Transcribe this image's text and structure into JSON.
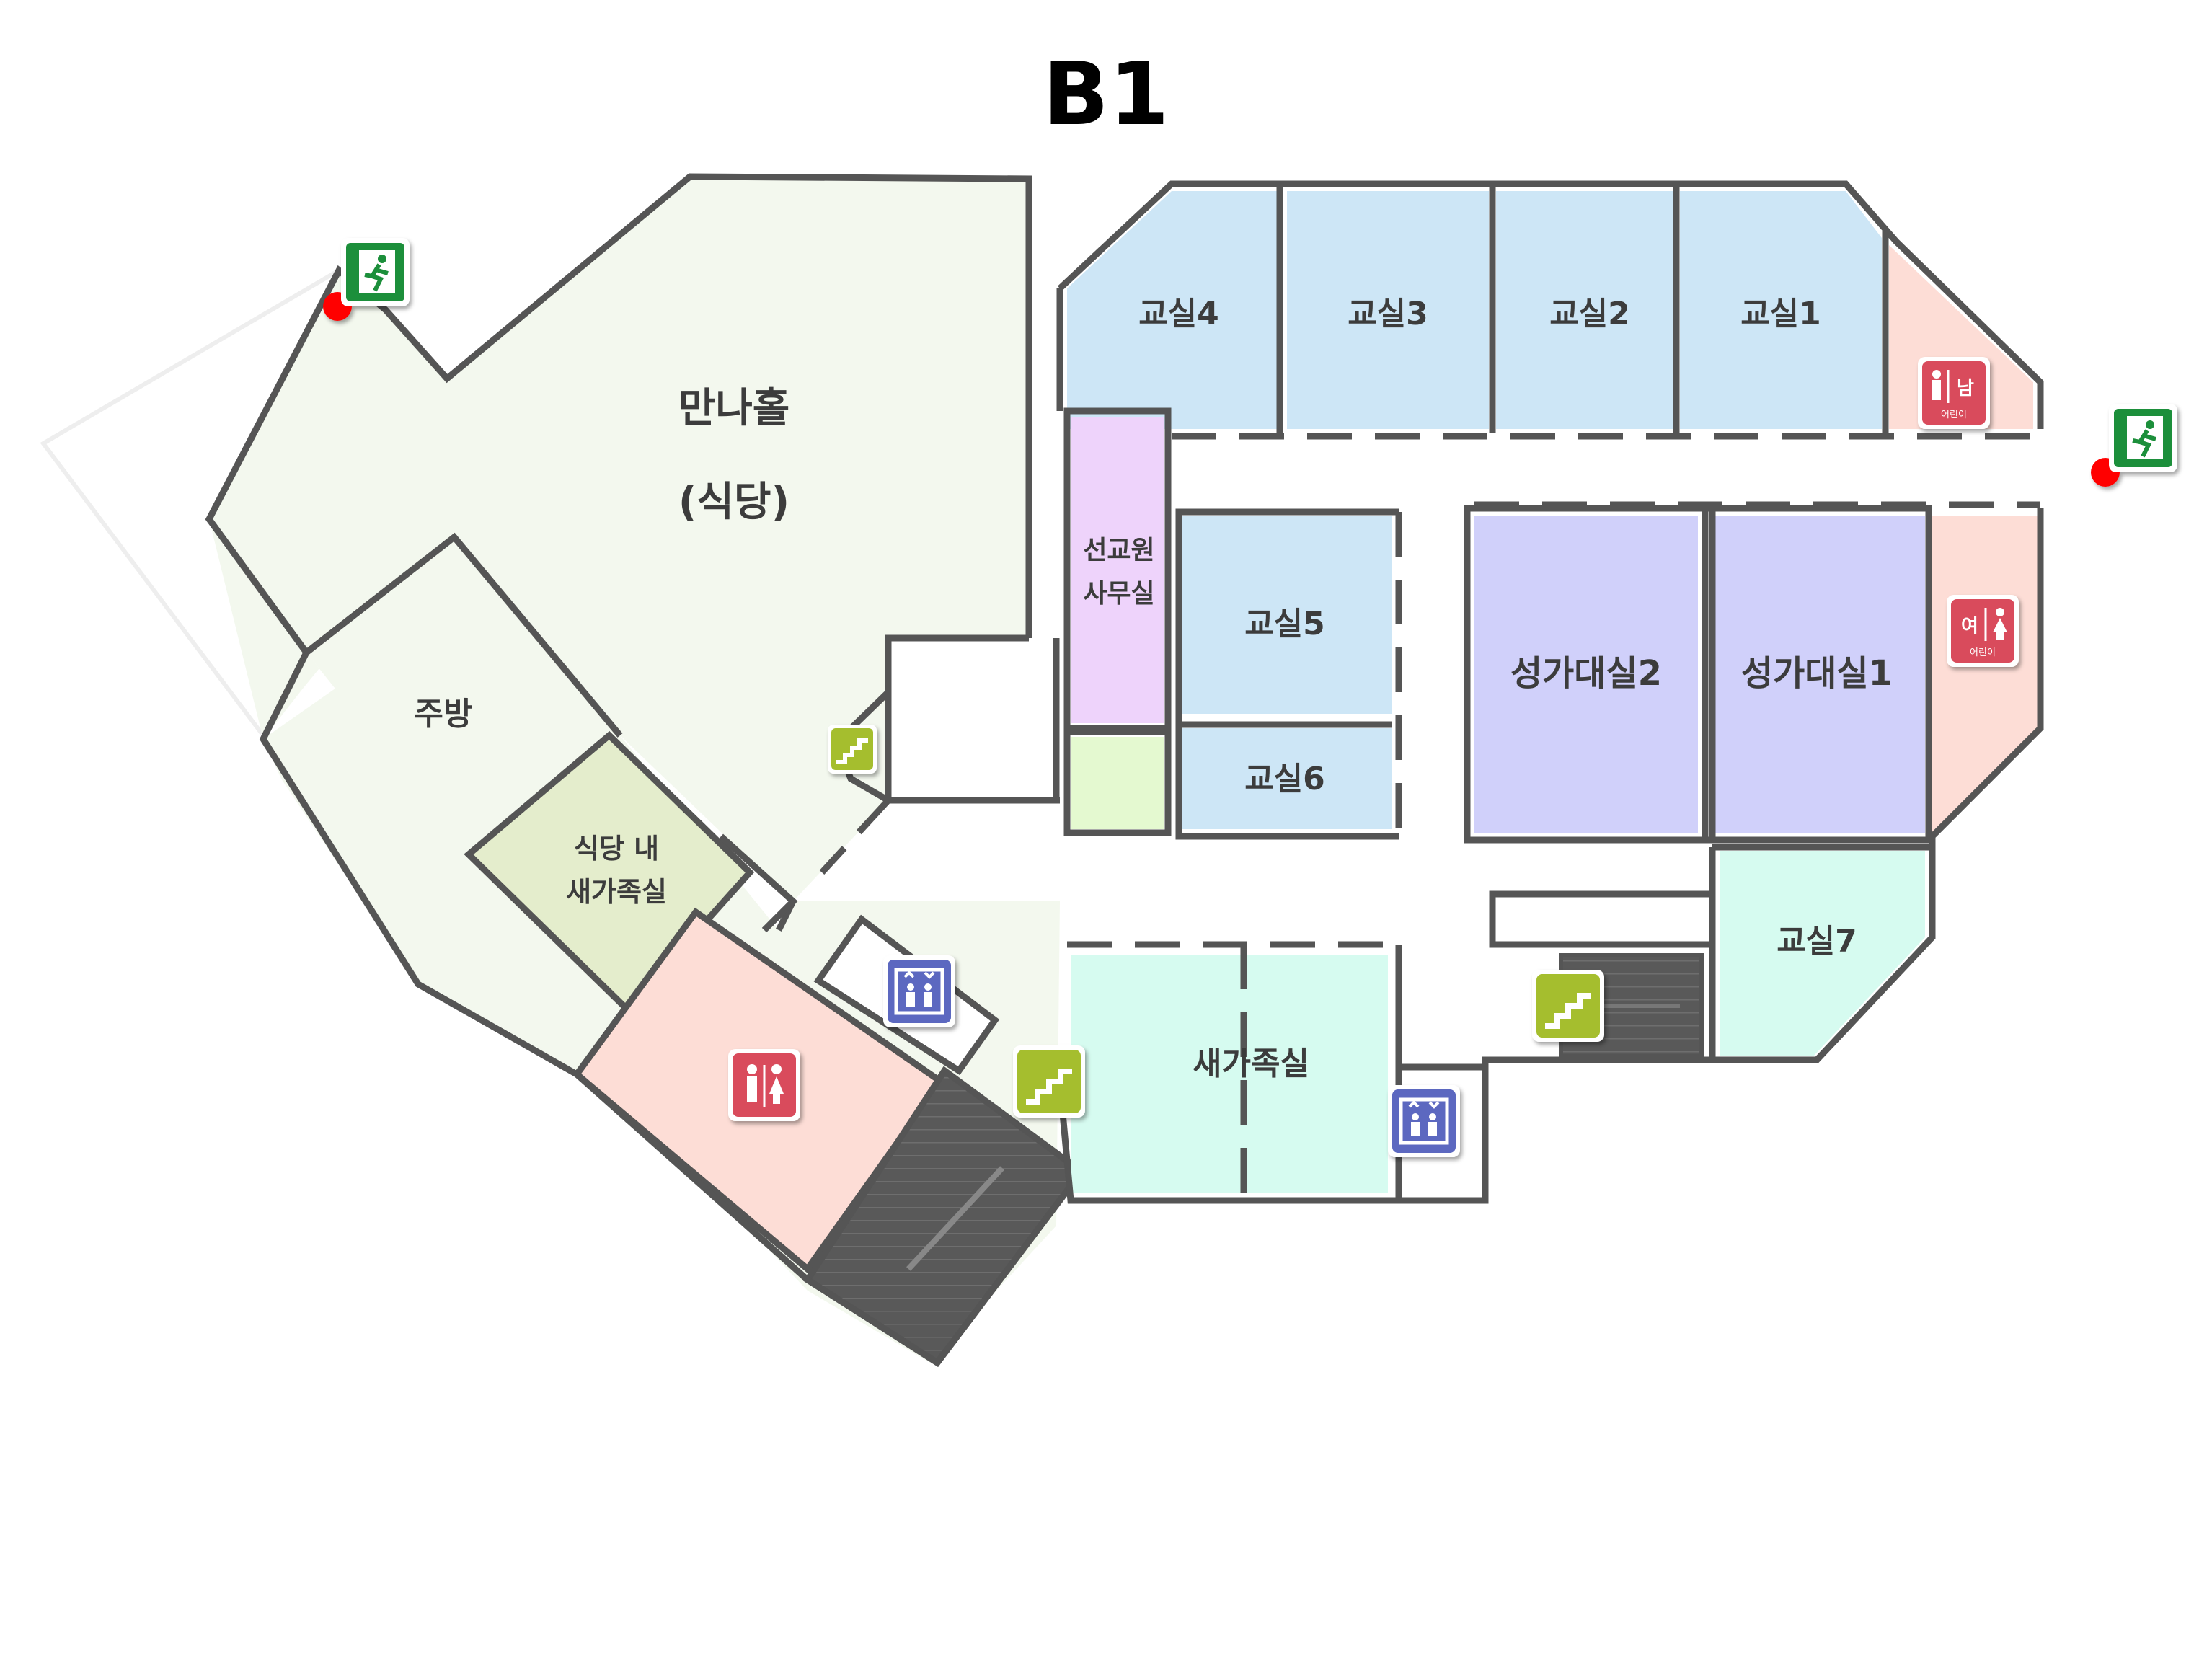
{
  "floor_title": "B1",
  "rooms": {
    "hall": "만나홀",
    "hall_sub": "(식당)",
    "kitchen": "주방",
    "dining_nursery_1": "식당 내",
    "dining_nursery_2": "새가족실",
    "classroom1": "교실1",
    "classroom2": "교실2",
    "classroom3": "교실3",
    "classroom4": "교실4",
    "classroom5": "교실5",
    "classroom6": "교실6",
    "classroom7": "교실7",
    "mission_office_1": "선교원",
    "mission_office_2": "사무실",
    "choir1": "성가대실1",
    "choir2": "성가대실2",
    "newcomer": "새가족실"
  },
  "restrooms": {
    "men_label": "남",
    "women_label": "여",
    "child_label": "어린이"
  },
  "icons": {
    "exit": "emergency-exit-icon",
    "stairs": "stairs-icon",
    "elevator": "elevator-icon",
    "restroom": "restroom-icon"
  },
  "colors": {
    "hall": "#f3f8ee",
    "classroom": "#cde6f6",
    "office": "#eed3fb",
    "choir": "#d0d0fa",
    "restroom": "#fdddd6",
    "nursery": "#d6fbf0",
    "dining_nursery": "#e4edcc",
    "stairs_icon": "#a5be2e",
    "elevator_icon": "#5b68c0",
    "restroom_icon": "#d94c5c",
    "exit_icon": "#1f8f3a"
  }
}
